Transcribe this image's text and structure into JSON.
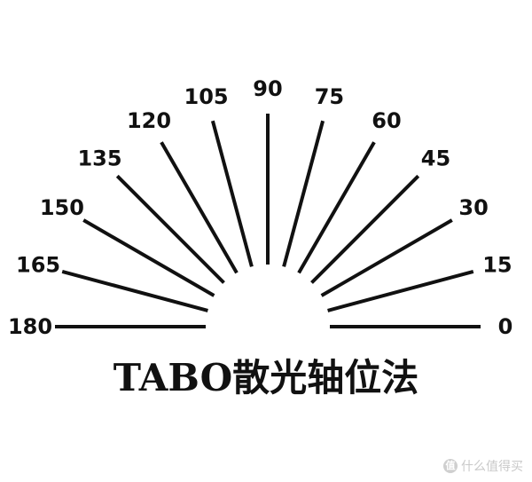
{
  "diagram": {
    "title": "TABO散光轴位法",
    "axis_labels": [
      "0",
      "15",
      "30",
      "45",
      "60",
      "75",
      "90",
      "105",
      "120",
      "135",
      "150",
      "165",
      "180"
    ],
    "line_color": "#111111",
    "label_color": "#111111"
  },
  "watermark": {
    "icon": "值",
    "text": "什么值得买"
  }
}
